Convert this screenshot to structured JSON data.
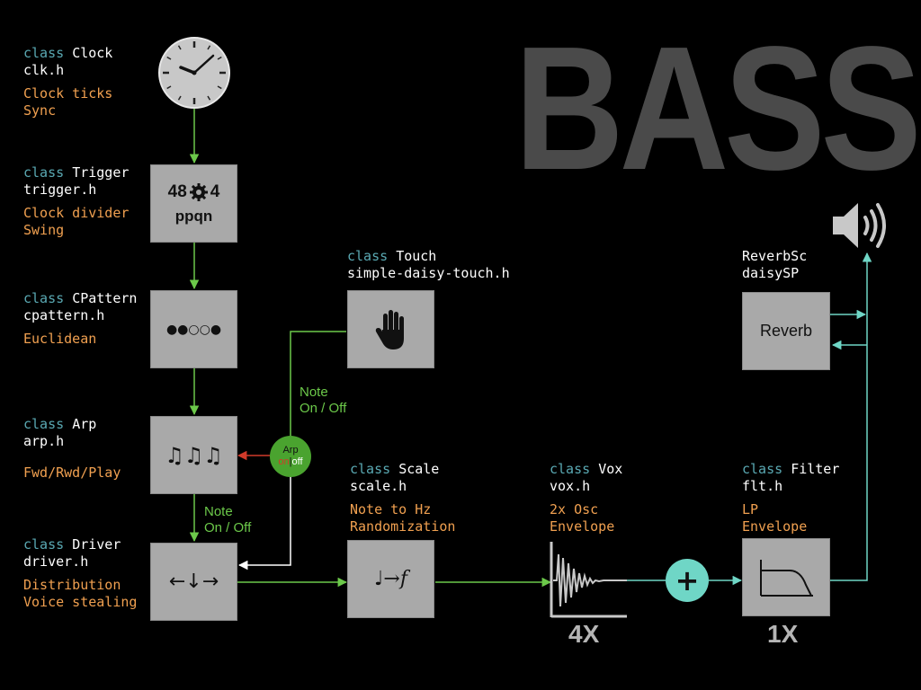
{
  "title": "BASS",
  "colors": {
    "background": "#000000",
    "keyword": "#5aa9b3",
    "name": "#ffffff",
    "feature": "#f0a050",
    "green_line": "#6cc94a",
    "cyan_line": "#6fd6c6",
    "red_arrow": "#d03a2a",
    "box": "#a9a9a9"
  },
  "modules": {
    "clock": {
      "kw": "class",
      "name": "Clock",
      "file": "clk.h",
      "features": [
        "Clock ticks",
        "Sync"
      ],
      "icon": "clock-icon"
    },
    "trigger": {
      "kw": "class",
      "name": "Trigger",
      "file": "trigger.h",
      "features": [
        "Clock divider",
        "Swing"
      ],
      "box_top_left": "48",
      "box_top_right": "4",
      "box_bottom": "ppqn",
      "icon": "gear-icon"
    },
    "cpattern": {
      "kw": "class",
      "name": "CPattern",
      "file": "cpattern.h",
      "features": [
        "Euclidean"
      ],
      "box_text": "●●○○●"
    },
    "arp": {
      "kw": "class",
      "name": "Arp",
      "file": "arp.h",
      "features": [
        "Fwd/Rwd/Play"
      ],
      "box_text": "♫♫♫"
    },
    "driver": {
      "kw": "class",
      "name": "Driver",
      "file": "driver.h",
      "features": [
        "Distribution",
        "Voice stealing"
      ],
      "box_text": "←↓→"
    },
    "touch": {
      "kw": "class",
      "name": "Touch",
      "file": "simple-daisy-touch.h",
      "icon": "hand-icon"
    },
    "scale": {
      "kw": "class",
      "name": "Scale",
      "file": "scale.h",
      "features": [
        "Note to Hz",
        "Randomization"
      ],
      "box_text": "♩→𝑓"
    },
    "vox": {
      "kw": "class",
      "name": "Vox",
      "file": "vox.h",
      "features": [
        "2x Osc",
        "Envelope"
      ],
      "multiplier": "4X",
      "icon": "waveform-icon"
    },
    "filter": {
      "kw": "class",
      "name": "Filter",
      "file": "flt.h",
      "features": [
        "LP",
        "Envelope"
      ],
      "multiplier": "1X",
      "icon": "lowpass-icon"
    },
    "reverb": {
      "name": "ReverbSc",
      "file": "daisySP",
      "box_text": "Reverb"
    }
  },
  "notes": {
    "touch_note": [
      "Note",
      "On / Off"
    ],
    "arp_note": [
      "Note",
      "On / Off"
    ]
  },
  "arp_toggle": {
    "label": "Arp",
    "on": "on",
    "sep": "|",
    "off": "off"
  },
  "mixer": {
    "symbol": "+"
  },
  "speaker": {
    "icon": "speaker-icon"
  }
}
